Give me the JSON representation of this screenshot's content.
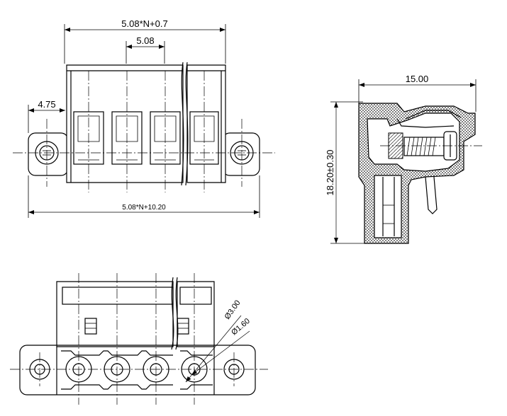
{
  "front_view": {
    "dim_overall_top": "5.08*N+0.7",
    "dim_pitch": "5.08",
    "dim_flange": "4.75",
    "dim_overall_bottom": "5.08*N+10.20"
  },
  "side_view": {
    "dim_width": "15.00",
    "dim_height": "18.20±0.30"
  },
  "bottom_view": {
    "dim_outer_dia": "Ø3.00",
    "dim_inner_dia": "Ø1.60"
  }
}
